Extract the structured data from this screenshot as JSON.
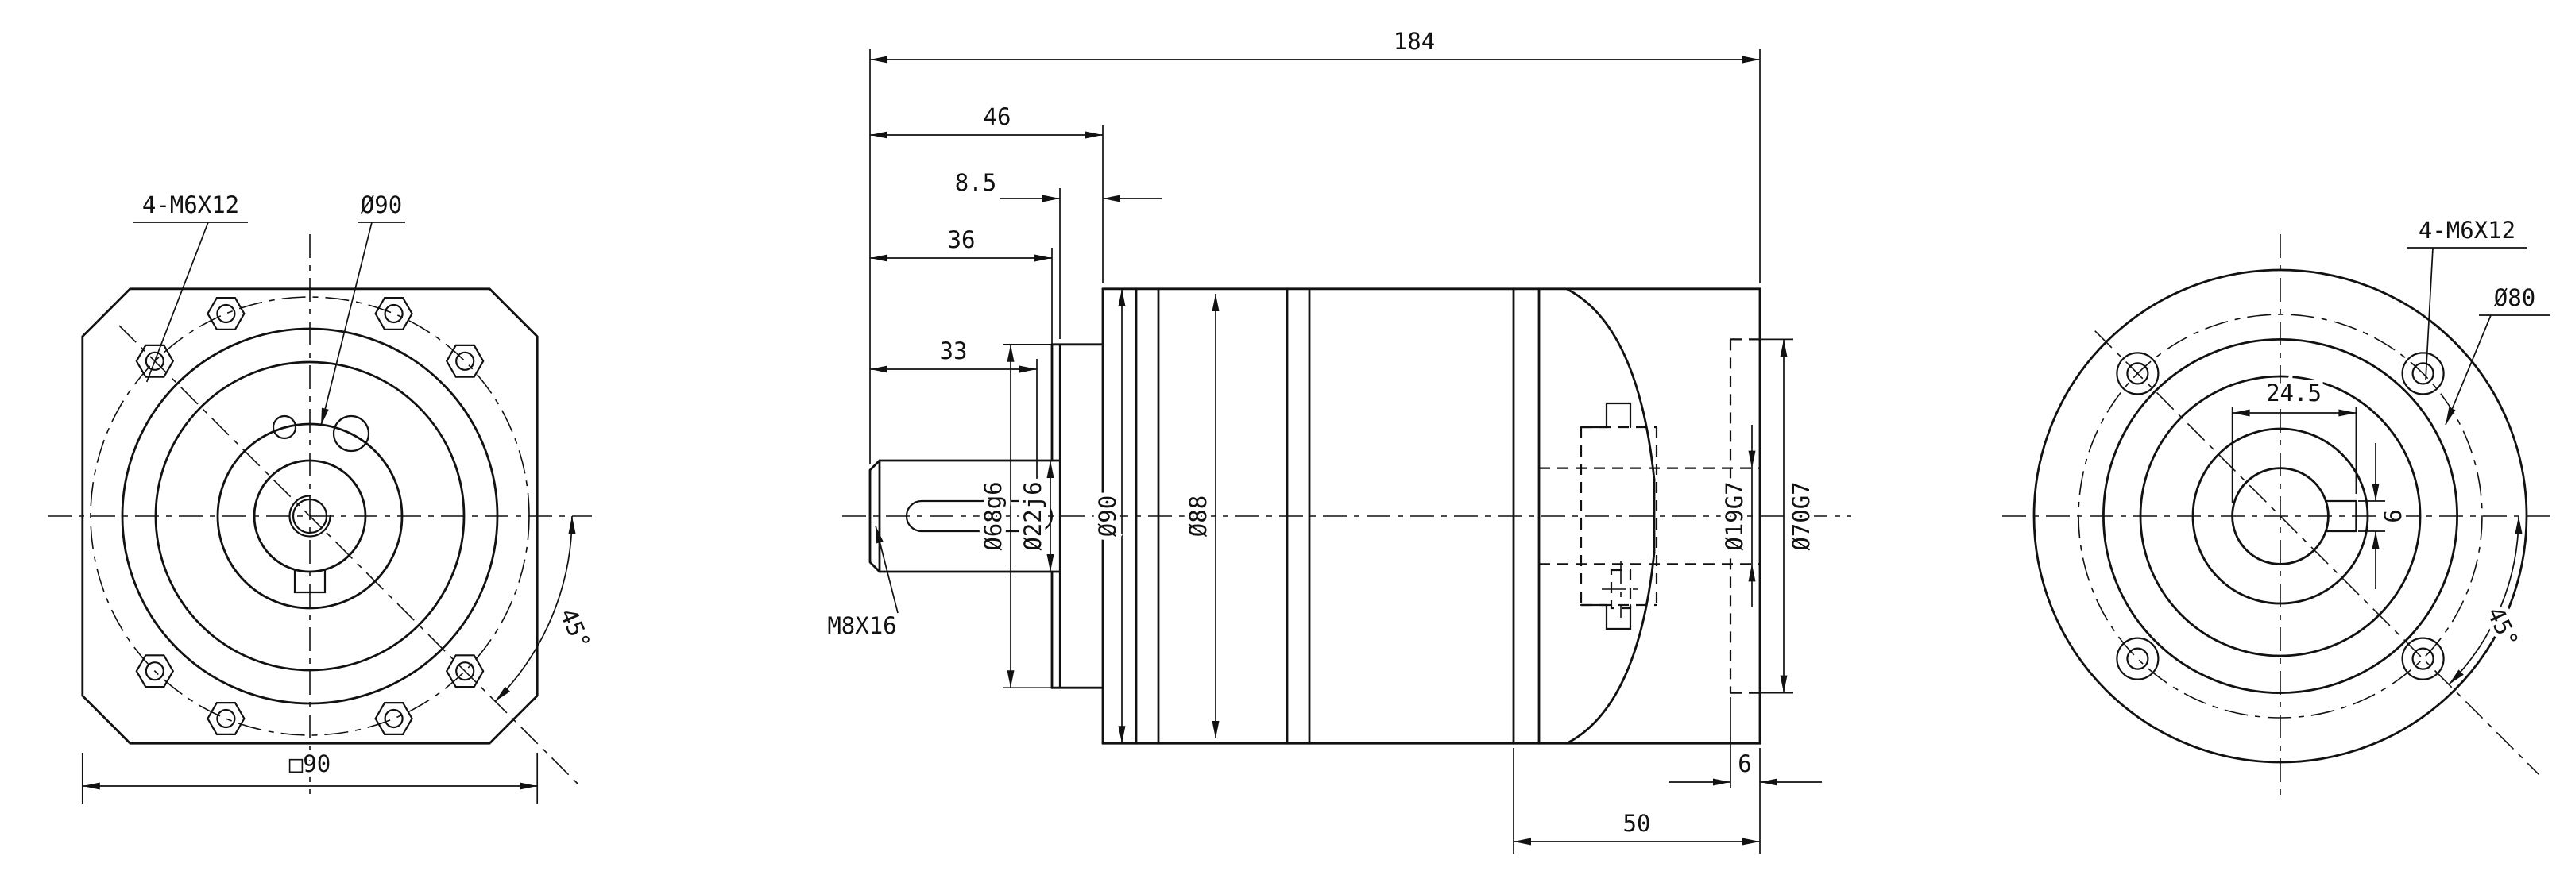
{
  "colors": {
    "ink": "#111111",
    "paper": "#ffffff"
  },
  "front_view": {
    "bolt_note": "4-M6X12",
    "bolt_circle": "Ø90",
    "flange_square": "□90",
    "bolt_angle": "45°"
  },
  "side_view": {
    "overall_length": "184",
    "shaft_assembly_length": "46",
    "pilot_step": "8.5",
    "shaft_length": "36",
    "keyway_length": "33",
    "pilot_diameter": "Ø68g6",
    "shaft_diameter": "Ø22j6",
    "shaft_end_tap": "M8X16",
    "flange_diameter": "Ø90",
    "housing_diameter": "Ø88",
    "input_bore": "Ø19G7",
    "input_pilot": "Ø70G7",
    "pilot_depth": "6",
    "adapter_length": "50"
  },
  "rear_view": {
    "bolt_note": "4-M6X12",
    "bolt_circle": "Ø80",
    "bore_to_key": "24.5",
    "keyway_width": "6",
    "bolt_angle": "45°"
  }
}
